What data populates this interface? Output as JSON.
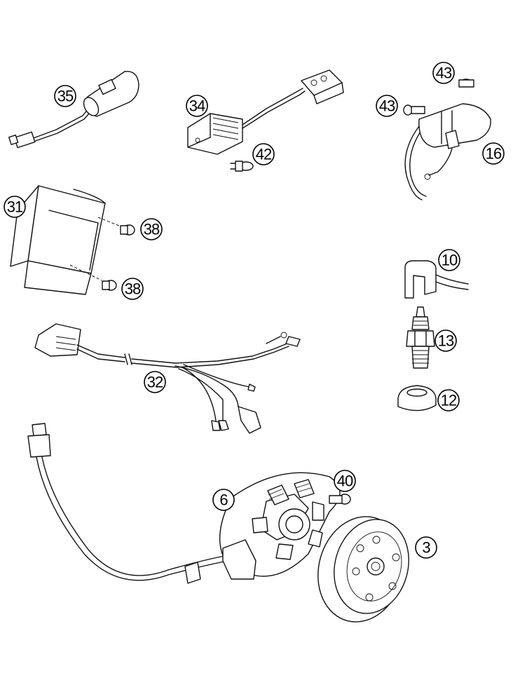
{
  "diagram": {
    "parts": [
      {
        "key": "p35",
        "callout": "35"
      },
      {
        "key": "p34",
        "callout": "34"
      },
      {
        "key": "p42",
        "callout": "42"
      },
      {
        "key": "p43a",
        "callout": "43"
      },
      {
        "key": "p43b",
        "callout": "43"
      },
      {
        "key": "p16",
        "callout": "16"
      },
      {
        "key": "p31",
        "callout": "31"
      },
      {
        "key": "p38a",
        "callout": "38"
      },
      {
        "key": "p38b",
        "callout": "38"
      },
      {
        "key": "p10",
        "callout": "10"
      },
      {
        "key": "p13",
        "callout": "13"
      },
      {
        "key": "p12",
        "callout": "12"
      },
      {
        "key": "p32",
        "callout": "32"
      },
      {
        "key": "p40",
        "callout": "40"
      },
      {
        "key": "p6",
        "callout": "6"
      },
      {
        "key": "p3",
        "callout": "3"
      }
    ]
  }
}
